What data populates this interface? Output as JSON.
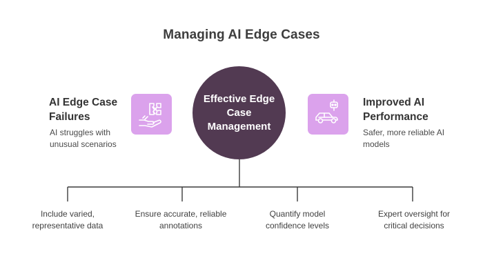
{
  "title": "Managing AI Edge Cases",
  "left": {
    "heading_line1": "AI Edge Case",
    "heading_line2": "Failures",
    "desc_line1": "AI struggles with",
    "desc_line2": "unusual scenarios",
    "icon": "broken-puzzle-hand-icon"
  },
  "center": {
    "line1": "Effective Edge",
    "line2": "Case",
    "line3": "Management"
  },
  "right": {
    "heading_line1": "Improved AI",
    "heading_line2": "Performance",
    "desc_line1": "Safer, more reliable AI",
    "desc_line2": "models",
    "icon": "robot-car-icon"
  },
  "branches": [
    {
      "line1": "Include varied,",
      "line2": "representative data"
    },
    {
      "line1": "Ensure accurate, reliable",
      "line2": "annotations"
    },
    {
      "line1": "Quantify model",
      "line2": "confidence levels"
    },
    {
      "line1": "Expert oversight for",
      "line2": "critical decisions"
    }
  ],
  "colors": {
    "circle": "#523a52",
    "icon_bg": "#dba2ec",
    "line": "#3a3a3a"
  }
}
